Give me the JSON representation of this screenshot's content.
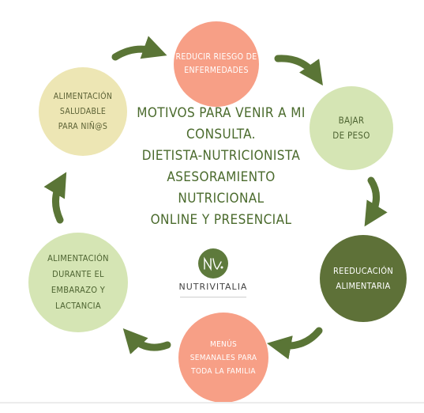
{
  "center": {
    "text": "MOTIVOS PARA VENIR A MI\nCONSULTA.\nDIETISTA-NUTRICIONISTA\nASESORAMIENTO NUTRICIONAL\nONLINE Y PRESENCIAL"
  },
  "logo": {
    "brand": "NUTRIVITALIA",
    "monogram": "NV"
  },
  "nodes": {
    "reducir": "REDUCIR RIESGO DE\nENFERMEDADES",
    "bajar": "BAJAR\nDE PESO",
    "reeducacion": "REEDUCACIÓN\nALIMENTARIA",
    "menus": "MENÚS\nSEMANALES PARA\nTODA LA FAMILIA",
    "embarazo": "ALIMENTACIÓN\nDURANTE EL\nEMBARAZO Y\nLACTANCIA",
    "ninos": "ALIMENTACIÓN\nSALUDABLE\nPARA NIÑ@S"
  },
  "colors": {
    "salmon": "#f79f86",
    "light_green": "#d5e5b4",
    "dark_green": "#5e7138",
    "cream": "#ede6b4",
    "arrow": "#5a7536",
    "text_green": "#4a6a2c"
  }
}
